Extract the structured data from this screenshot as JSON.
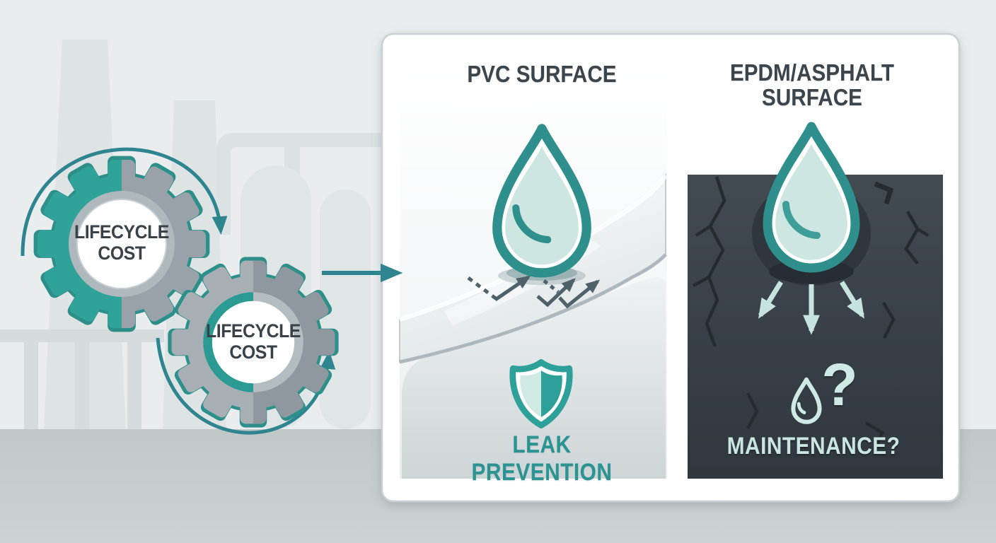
{
  "gears": {
    "front_gear_label": "LIFECYCLE COST",
    "back_gear_label": "LIFECYCLE COST"
  },
  "comparison_card": {
    "left_column": {
      "title": "PVC SURFACE",
      "caption": "LEAK PREVENTION"
    },
    "right_column": {
      "title": "EPDM/ASPHALT SURFACE",
      "question_mark": "?",
      "caption": "MAINTENANCE?"
    }
  },
  "icons": {
    "gear-icon": "cog wheel shape",
    "rotation-arrow-icon": "curved arc arrow",
    "flow-arrow-icon": "straight right arrow",
    "water-droplet-icon": "teardrop outline",
    "membrane-sheet": "curled waterproof sheet",
    "deflection-arrows-icon": "dashed bounce chevrons",
    "shield-icon": "protection shield",
    "crack-pattern": "zigzag cracks",
    "absorption-arrows-icon": "three downward arrows",
    "droplet-question-icon": "small droplet outline with question mark",
    "factory-silhouette": "chimneys, tanks and pipe rack"
  },
  "colors": {
    "background": "#E9EDEE",
    "floor": "#C5CCCC",
    "silhouette": "#DEE3E4",
    "card": "#FFFFFF",
    "card_border": "#C9D0D3",
    "dark_panel": "#3A424A",
    "crack": "#242B31",
    "teal": "#2E8F8C",
    "teal_gear": "#2FA39A",
    "teal_text": "#2B9391",
    "pale_teal": "#C9E6E2",
    "droplet_fill": "#CDE6E1",
    "slate_text": "#3D454C",
    "gear_gray": "#98A2A8",
    "silver_ring": "#B3BCC1",
    "bounce_arrow": "#4F616B"
  }
}
